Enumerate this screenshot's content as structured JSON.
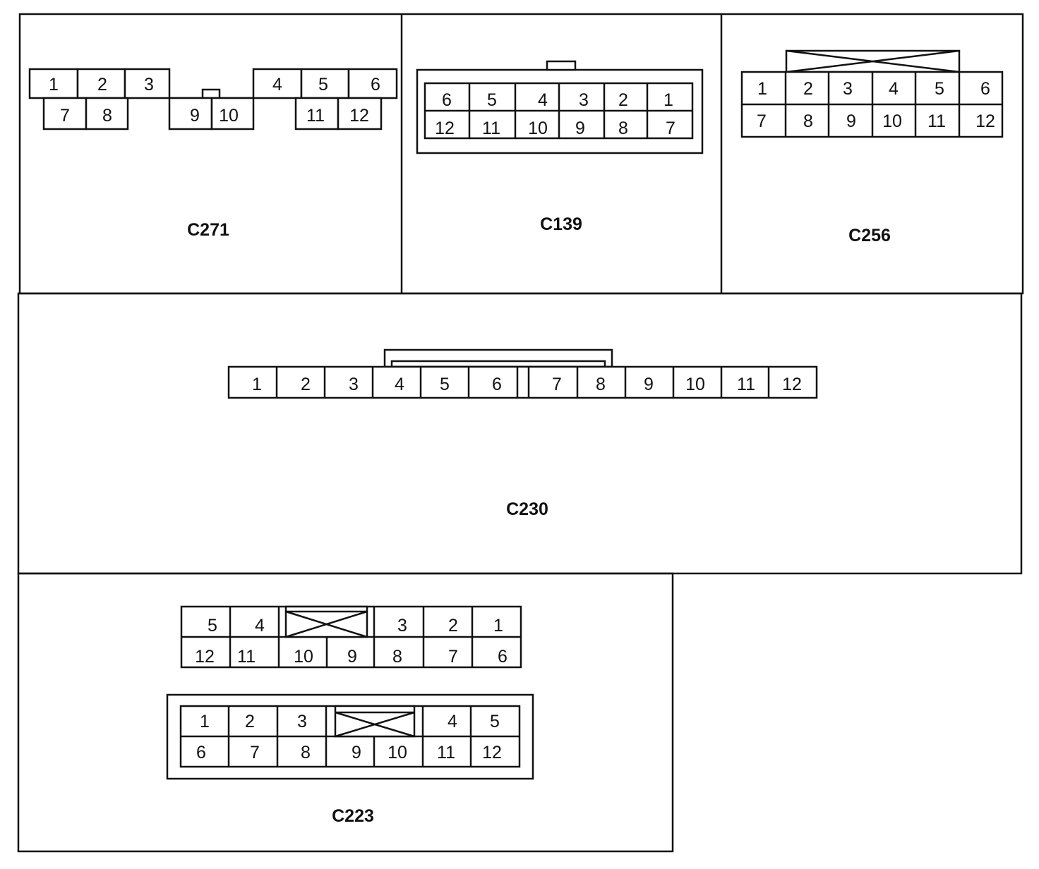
{
  "connectors": {
    "c271": {
      "label": "C271",
      "top": [
        "1",
        "2",
        "3",
        "4",
        "5",
        "6"
      ],
      "bottom": [
        "7",
        "8",
        "9",
        "10",
        "11",
        "12"
      ]
    },
    "c139": {
      "label": "C139",
      "top": [
        "6",
        "5",
        "4",
        "3",
        "2",
        "1"
      ],
      "bottom": [
        "12",
        "11",
        "10",
        "9",
        "8",
        "7"
      ]
    },
    "c256": {
      "label": "C256",
      "top": [
        "1",
        "2",
        "3",
        "4",
        "5",
        "6"
      ],
      "bottom": [
        "7",
        "8",
        "9",
        "10",
        "11",
        "12"
      ]
    },
    "c230": {
      "label": "C230",
      "pins": [
        "1",
        "2",
        "3",
        "4",
        "5",
        "6",
        "7",
        "8",
        "9",
        "10",
        "11",
        "12"
      ]
    },
    "c223": {
      "label": "C223",
      "upper": {
        "top": [
          "5",
          "4",
          "3",
          "2",
          "1"
        ],
        "bottom": [
          "12",
          "11",
          "10",
          "9",
          "8",
          "7",
          "6"
        ]
      },
      "lower": {
        "top": [
          "1",
          "2",
          "3",
          "4",
          "5"
        ],
        "bottom": [
          "6",
          "7",
          "8",
          "9",
          "10",
          "11",
          "12"
        ]
      }
    }
  }
}
